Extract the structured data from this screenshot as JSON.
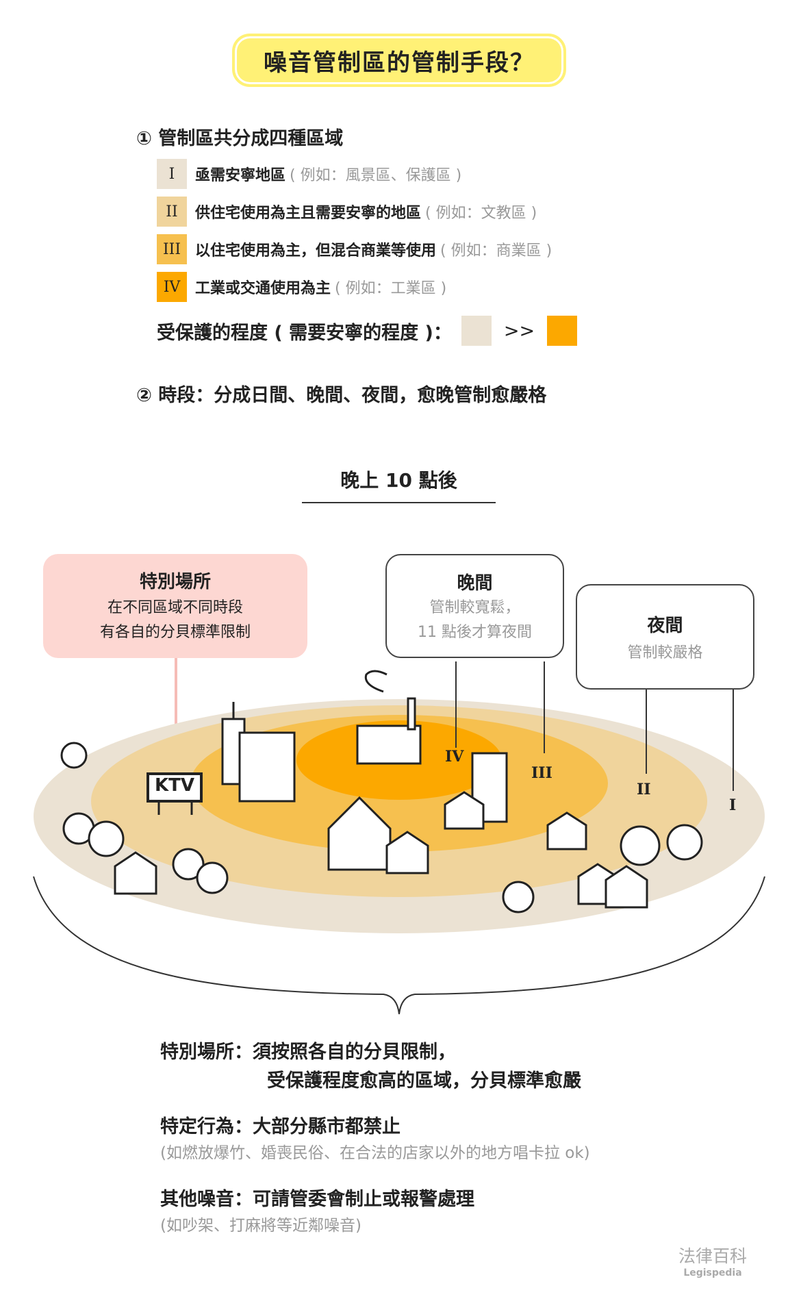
{
  "title": "噪音管制區的管制手段？",
  "section1": {
    "heading": "① 管制區共分成四種區域",
    "zones": [
      {
        "code": "I",
        "desc": "亟需安寧地區",
        "example": "( 例如：風景區、保護區 )",
        "color": "#ebe2d3"
      },
      {
        "code": "II",
        "desc": "供住宅使用為主且需要安寧的地區",
        "example": "( 例如：文教區 )",
        "color": "#f0d49c"
      },
      {
        "code": "III",
        "desc": "以住宅使用為主，但混合商業等使用",
        "example": "( 例如：商業區 )",
        "color": "#f6c04f"
      },
      {
        "code": "IV",
        "desc": "工業或交通使用為主",
        "example": "( 例如：工業區 )",
        "color": "#fca800"
      }
    ],
    "protection_label": "受保護的程度 ( 需要安寧的程度 )：",
    "protection_arrow": ">>"
  },
  "section2": {
    "heading": "② 時段：分成日間、晚間、夜間，愈晚管制愈嚴格"
  },
  "diagram": {
    "subtitle": "晚上 10 點後",
    "special": {
      "title": "特別場所",
      "line1": "在不同區域不同時段",
      "line2": "有各自的分貝標準限制"
    },
    "evening": {
      "title": "晚間",
      "line1": "管制較寬鬆，",
      "line2": "11 點後才算夜間"
    },
    "night": {
      "title": "夜間",
      "line1": "管制較嚴格"
    },
    "ktv": "KTV",
    "labels": [
      "IV",
      "III",
      "II",
      "I"
    ]
  },
  "notes": [
    {
      "label": "特別場所：",
      "text": "須按照各自的分貝限制，",
      "text2": "受保護程度愈高的區域，分貝標準愈嚴"
    },
    {
      "label": "特定行為：",
      "text": "大部分縣市都禁止",
      "paren": "(如燃放爆竹、婚喪民俗、在合法的店家以外的地方唱卡拉 ok)"
    },
    {
      "label": "其他噪音：",
      "text": "可請管委會制止或報警處理",
      "paren": "(如吵架、打麻將等近鄰噪音)"
    }
  ],
  "logo": {
    "name": "法律百科",
    "sub": "Legispedia"
  }
}
